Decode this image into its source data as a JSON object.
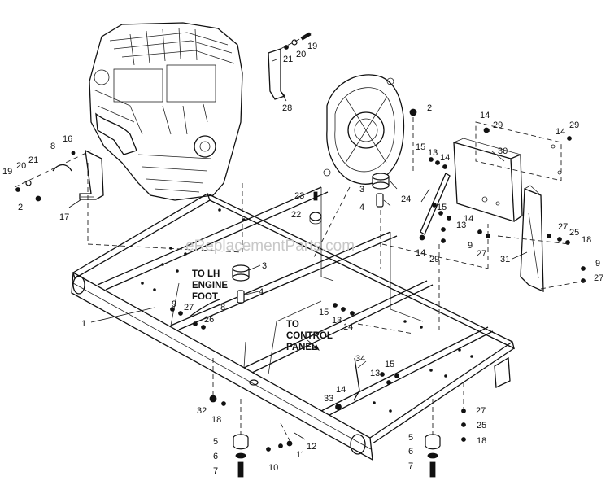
{
  "watermark": "eReplacementParts.com",
  "notes": {
    "lh_foot_1": "TO LH",
    "lh_foot_2": "ENGINE",
    "lh_foot_3": "FOOT",
    "panel_1": "TO",
    "panel_2": "CONTROL",
    "panel_3": "PANEL"
  },
  "callouts": {
    "c19a": "19",
    "c20a": "20",
    "c21a": "21",
    "c28": "28",
    "c2a": "2",
    "c14a": "14",
    "c29a": "29",
    "c14b": "14",
    "c29b": "29",
    "c30": "30",
    "c15a": "15",
    "c13a": "13",
    "c14c": "14",
    "c3a": "3",
    "c4a": "4",
    "c24": "24",
    "c15b": "15",
    "c13b": "13",
    "c14d": "14",
    "c14e": "14",
    "c29c": "29",
    "c9a": "9",
    "c27a": "27",
    "c27b": "27",
    "c25a": "25",
    "c18a": "18",
    "c31": "31",
    "c9b": "9",
    "c27c": "27",
    "c16": "16",
    "c8a": "8",
    "c21b": "21",
    "c20b": "20",
    "c19b": "19",
    "c2b": "2",
    "c17": "17",
    "c23": "23",
    "c22": "22",
    "c3b": "3",
    "c4b": "4",
    "c9c": "9",
    "c27d": "27",
    "c8b": "8",
    "c26": "26",
    "c1": "1",
    "c15c": "15",
    "c13c": "13",
    "c14f": "14",
    "c34": "34",
    "c15d": "15",
    "c13d": "13",
    "c14g": "14",
    "c33": "33",
    "c32": "32",
    "c18b": "18",
    "c27e": "27",
    "c25b": "25",
    "c18c": "18",
    "c5a": "5",
    "c6a": "6",
    "c7a": "7",
    "c12": "12",
    "c11": "11",
    "c10": "10",
    "c5b": "5",
    "c6b": "6",
    "c7b": "7"
  }
}
